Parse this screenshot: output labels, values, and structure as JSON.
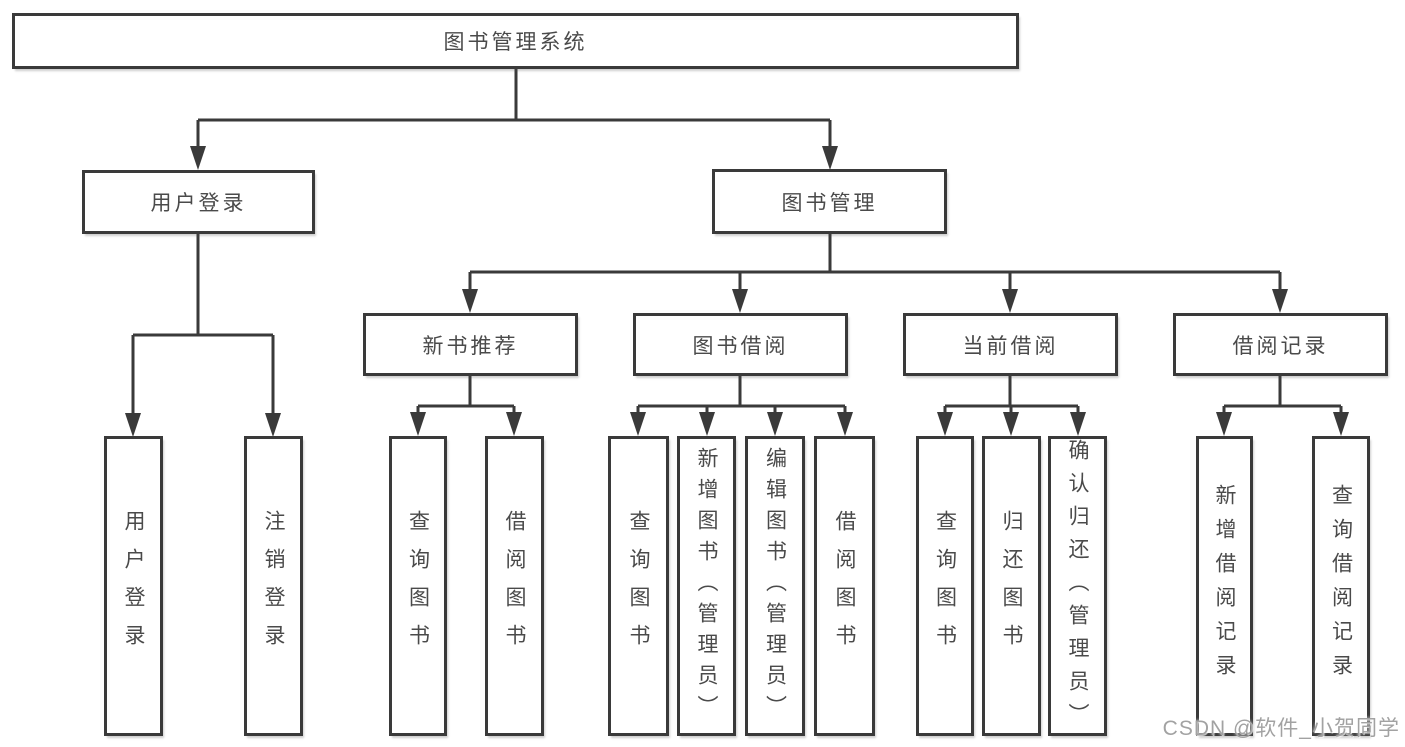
{
  "root": {
    "label": "图书管理系统"
  },
  "level2": {
    "user_login": {
      "label": "用户登录"
    },
    "book_management": {
      "label": "图书管理"
    }
  },
  "level3": {
    "new_book_recommend": {
      "label": "新书推荐"
    },
    "book_borrowing": {
      "label": "图书借阅"
    },
    "current_borrowing": {
      "label": "当前借阅"
    },
    "borrowing_records": {
      "label": "借阅记录"
    }
  },
  "leaves": {
    "user_login": [
      "用户登录",
      "注销登录"
    ],
    "new_book_recommend": [
      "查询图书",
      "借阅图书"
    ],
    "book_borrowing": [
      "查询图书",
      "新增图书（管理员）",
      "编辑图书（管理员）",
      "借阅图书"
    ],
    "current_borrowing": [
      "查询图书",
      "归还图书",
      "确认归还（管理员）"
    ],
    "borrowing_records": [
      "新增借阅记录",
      "查询借阅记录"
    ]
  },
  "watermark": "CSDN @软件_小贺同学",
  "colors": {
    "line": "#3a3a3a",
    "text": "#4a4a4a",
    "watermark": "#a2a2a2",
    "background": "#ffffff"
  }
}
